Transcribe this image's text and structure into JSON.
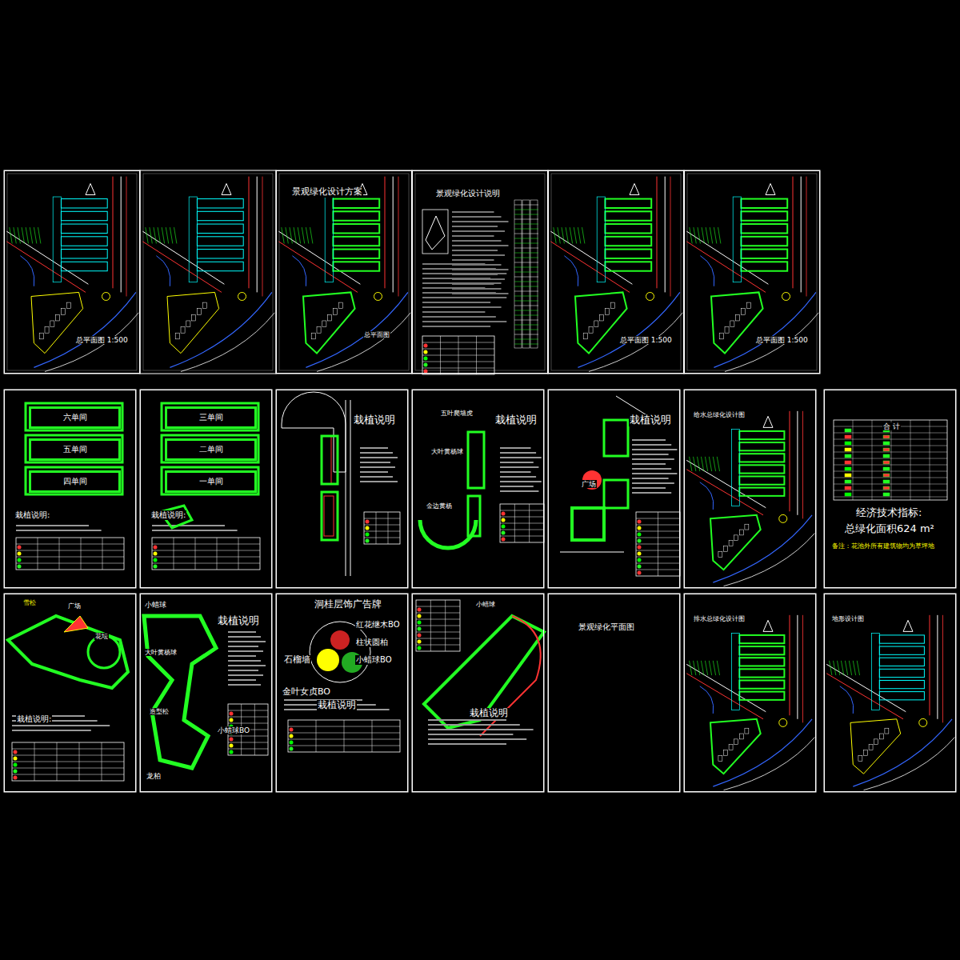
{
  "diagram": {
    "nodes": [
      {
        "text": [
          "总平面图 1:500"
        ]
      },
      {
        "text": [
          "景观绿化设计方案",
          "总平面图"
        ]
      },
      {
        "text": [
          "景观绿化设计说明"
        ]
      },
      {
        "text": [
          "总平面图 1:500"
        ]
      },
      {
        "text": [
          "总平面图 1:500"
        ]
      },
      {
        "text": [
          "栽植说明:"
        ]
      },
      {
        "text": [
          "六单间"
        ],
        "in": 5
      },
      {
        "text": [
          "五单间"
        ],
        "in": 5
      },
      {
        "text": [
          "四单间"
        ],
        "in": 5
      },
      {
        "text": [
          "栽植说明:"
        ]
      },
      {
        "text": [
          "三单间"
        ],
        "in": 9
      },
      {
        "text": [
          "二单间"
        ],
        "in": 9
      },
      {
        "text": [
          "一单间"
        ],
        "in": 9
      },
      {
        "text": [
          "栽植说明"
        ]
      },
      {
        "text": [
          "栽植说明",
          "五叶爬墙虎",
          "大叶黄杨球",
          "金边黄杨"
        ]
      },
      {
        "text": [
          "栽植说明",
          "广场"
        ]
      },
      {
        "text": [
          "给水总绿化设计图"
        ]
      },
      {
        "text": [
          "合 计",
          "经济技术指标:",
          "总绿化面积624 m²",
          "备注：花池外所有建筑物均为草坪地"
        ]
      },
      {
        "text": [
          "栽植说明:",
          "雪松",
          "广场",
          "花坛"
        ]
      },
      {
        "text": [
          "栽植说明",
          "小蜡球",
          "大叶黄杨球",
          "造型松",
          "龙柏",
          "小蜡球BO"
        ]
      },
      {
        "text": [
          "洞桂层饰广告牌",
          "红花继木BO",
          "柱状圆柏",
          "石榴墙",
          "小蜡球BO",
          "金叶女贞BO",
          "栽植说明"
        ]
      },
      {
        "text": [
          "栽植说明",
          "小蜡球"
        ]
      },
      {
        "text": [
          "景观绿化平面图"
        ]
      },
      {
        "text": [
          "排水总绿化设计图"
        ]
      },
      {
        "text": [
          "地形设计图"
        ]
      }
    ]
  }
}
